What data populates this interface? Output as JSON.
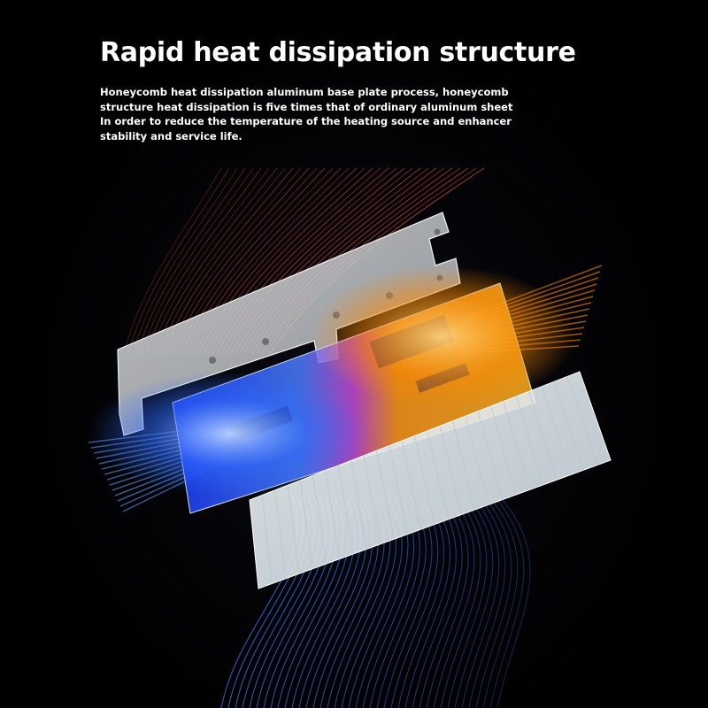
{
  "heading": "Rapid heat dissipation structure",
  "description_lines": [
    "Honeycomb heat dissipation aluminum base plate process, honeycomb",
    "structure heat dissipation is five times that of ordinary aluminum sheet",
    " In order to reduce the temperature of the heating source and enhancer",
    "stability and service life."
  ],
  "colors": {
    "background": "#000000",
    "text": "#ffffff",
    "hot_flow": "#ff8a00",
    "warm_flow": "#d8503a",
    "cool_flow": "#3d7bff",
    "plate": "#cfd3d6",
    "heatsink": "#e6eef2"
  },
  "icons": [
    "heat-flow-lines",
    "cooling-flow-lines",
    "aluminum-base-plate",
    "circuit-board",
    "honeycomb-heatsink"
  ]
}
